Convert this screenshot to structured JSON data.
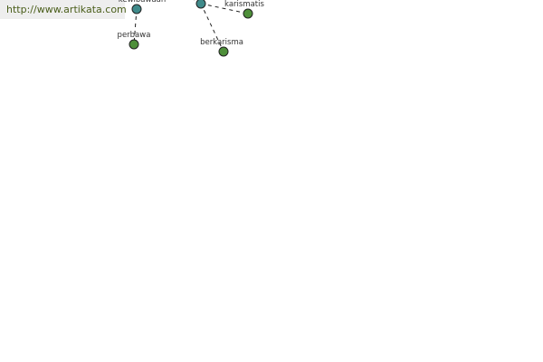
{
  "source_url": "http://www.artikata.com",
  "nodes": [
    {
      "id": "top-left",
      "label": "kewibawaan",
      "color": "#3f8a8a"
    },
    {
      "id": "center",
      "label": "",
      "color": "#3f8a8a"
    },
    {
      "id": "perbawa",
      "label": "perbawa",
      "color": "#4e8f3a"
    },
    {
      "id": "karismatis",
      "label": "karismatis",
      "color": "#4e8f3a"
    },
    {
      "id": "berkarisma",
      "label": "berkarisma",
      "color": "#4e8f3a"
    }
  ]
}
